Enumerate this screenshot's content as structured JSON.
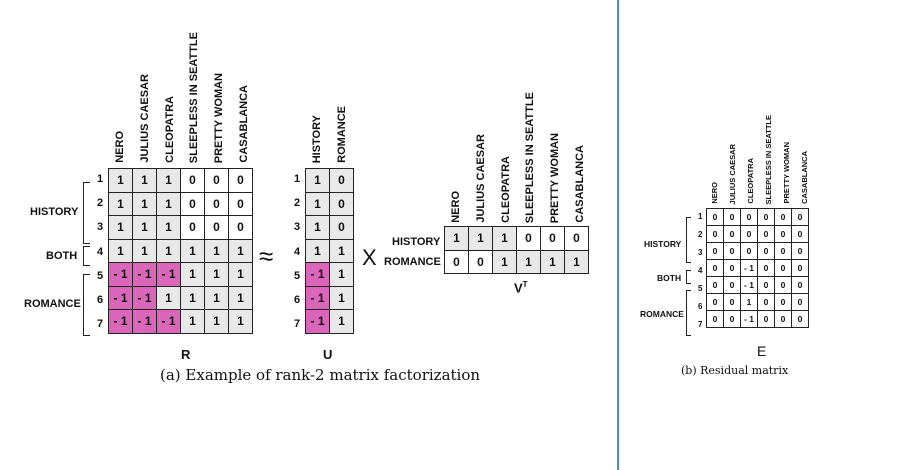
{
  "movies": [
    "NERO",
    "JULIUS CAESAR",
    "CLEOPATRA",
    "SLEEPLESS IN SEATTLE",
    "PRETTY WOMAN",
    "CASABLANCA"
  ],
  "movies_small": [
    "NERO",
    "JULIUS CAESAR",
    "CLEOPATRA",
    "SLEEPLESS IN SEATTLE",
    "PRETTY WOMAN",
    "CASABLANCA"
  ],
  "factors": [
    "HISTORY",
    "ROMANCE"
  ],
  "group_labels": {
    "history": "HISTORY",
    "both": "BOTH",
    "romance": "ROMANCE"
  },
  "row_numbers": [
    "1",
    "2",
    "3",
    "4",
    "5",
    "6",
    "7"
  ],
  "R": [
    [
      "1",
      "1",
      "1",
      "0",
      "0",
      "0"
    ],
    [
      "1",
      "1",
      "1",
      "0",
      "0",
      "0"
    ],
    [
      "1",
      "1",
      "1",
      "0",
      "0",
      "0"
    ],
    [
      "1",
      "1",
      "1",
      "1",
      "1",
      "1"
    ],
    [
      "- 1",
      "- 1",
      "- 1",
      "1",
      "1",
      "1"
    ],
    [
      "- 1",
      "- 1",
      "1",
      "1",
      "1",
      "1"
    ],
    [
      "- 1",
      "- 1",
      "- 1",
      "1",
      "1",
      "1"
    ]
  ],
  "R_pink": [
    [
      false,
      false,
      false,
      false,
      false,
      false
    ],
    [
      false,
      false,
      false,
      false,
      false,
      false
    ],
    [
      false,
      false,
      false,
      false,
      false,
      false
    ],
    [
      false,
      false,
      false,
      false,
      false,
      false
    ],
    [
      true,
      true,
      true,
      false,
      false,
      false
    ],
    [
      true,
      true,
      false,
      false,
      false,
      false
    ],
    [
      true,
      true,
      true,
      false,
      false,
      false
    ]
  ],
  "U": [
    [
      "1",
      "0"
    ],
    [
      "1",
      "0"
    ],
    [
      "1",
      "0"
    ],
    [
      "1",
      "1"
    ],
    [
      "- 1",
      "1"
    ],
    [
      "- 1",
      "1"
    ],
    [
      "- 1",
      "1"
    ]
  ],
  "U_pink": [
    [
      false,
      false
    ],
    [
      false,
      false
    ],
    [
      false,
      false
    ],
    [
      false,
      false
    ],
    [
      true,
      false
    ],
    [
      true,
      false
    ],
    [
      true,
      false
    ]
  ],
  "VT": [
    [
      "1",
      "1",
      "1",
      "0",
      "0",
      "0"
    ],
    [
      "0",
      "0",
      "1",
      "1",
      "1",
      "1"
    ]
  ],
  "E": [
    [
      "0",
      "0",
      "0",
      "0",
      "0",
      "0"
    ],
    [
      "0",
      "0",
      "0",
      "0",
      "0",
      "0"
    ],
    [
      "0",
      "0",
      "0",
      "0",
      "0",
      "0"
    ],
    [
      "0",
      "0",
      "- 1",
      "0",
      "0",
      "0"
    ],
    [
      "0",
      "0",
      "- 1",
      "0",
      "0",
      "0"
    ],
    [
      "0",
      "0",
      "1",
      "0",
      "0",
      "0"
    ],
    [
      "0",
      "0",
      "- 1",
      "0",
      "0",
      "0"
    ]
  ],
  "labels": {
    "R": "R",
    "U": "U",
    "VT": "V",
    "VT_sup": "T",
    "E": "E",
    "approx": "≈",
    "times": "X"
  },
  "captions": {
    "a": "(a) Example of rank-2 matrix factorization",
    "b": "(b) Residual matrix"
  },
  "colors": {
    "pink": "#d966b8",
    "gray": "#e8e8e8",
    "divider": "#4a90c2"
  }
}
